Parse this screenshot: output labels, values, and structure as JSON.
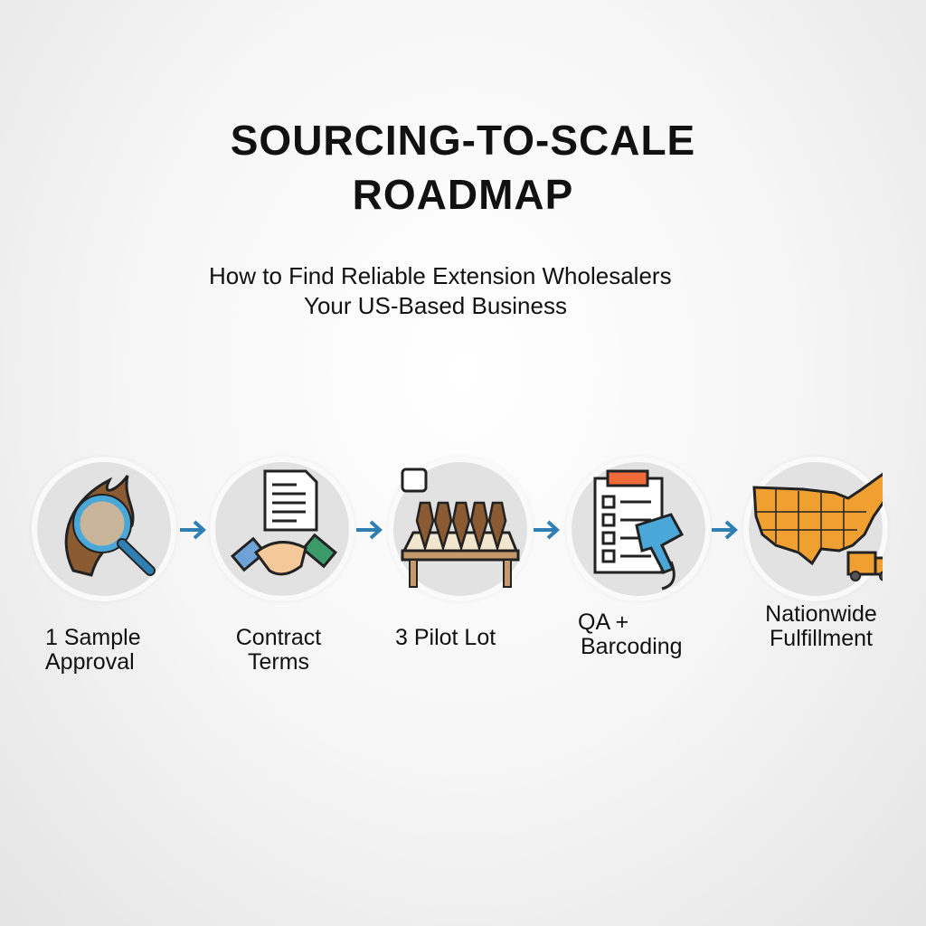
{
  "title": {
    "line1": "SOURCING-TO-SCALE",
    "line2": "ROADMAP"
  },
  "subtitle": {
    "line1": "How to Find Reliable Extension Wholesalers",
    "line2": "Your US-Based Business"
  },
  "steps": [
    {
      "line1": "1 Sample",
      "line2": "Approval",
      "icon": "magnifier-hair-icon"
    },
    {
      "line1": "Contract",
      "line2": "Terms",
      "icon": "handshake-document-icon"
    },
    {
      "line1": "3 Pilot Lot",
      "line2": "",
      "icon": "hair-bundles-table-icon"
    },
    {
      "line1": "QA +",
      "line2": "Barcoding",
      "icon": "checklist-scanner-icon"
    },
    {
      "line1": "Nationwide",
      "line2": "Fulfillment",
      "icon": "us-map-truck-icon"
    }
  ],
  "colors": {
    "arrow": "#2f7fb5",
    "hair": "#8a5a32",
    "map": "#f0a030",
    "scanner": "#4aa8d8"
  }
}
